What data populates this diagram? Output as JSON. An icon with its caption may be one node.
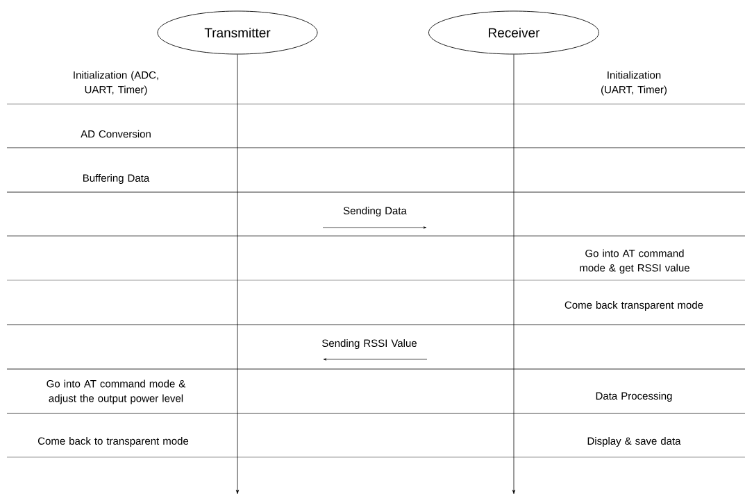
{
  "diagram": {
    "nodes": [
      {
        "text": [
          "Transmitter"
        ]
      },
      {
        "text": [
          "Receiver"
        ]
      }
    ],
    "edges": [
      {
        "from": 0,
        "to": null,
        "arrow": "to"
      },
      {
        "from": 1,
        "to": null,
        "arrow": "to"
      }
    ],
    "labels": [
      "Initialization (ADC, UART, Timer)",
      "Initialization (UART, Timer)",
      "AD Conversion",
      "Buffering Data",
      "Sending Data",
      "Go into AT command mode & get RSSI value",
      "Come back transparent mode",
      "Sending RSSI Value",
      "Go into AT command mode & adjust the output power level",
      "Data Processing",
      "Come back to transparent mode",
      "Display & save data"
    ]
  }
}
